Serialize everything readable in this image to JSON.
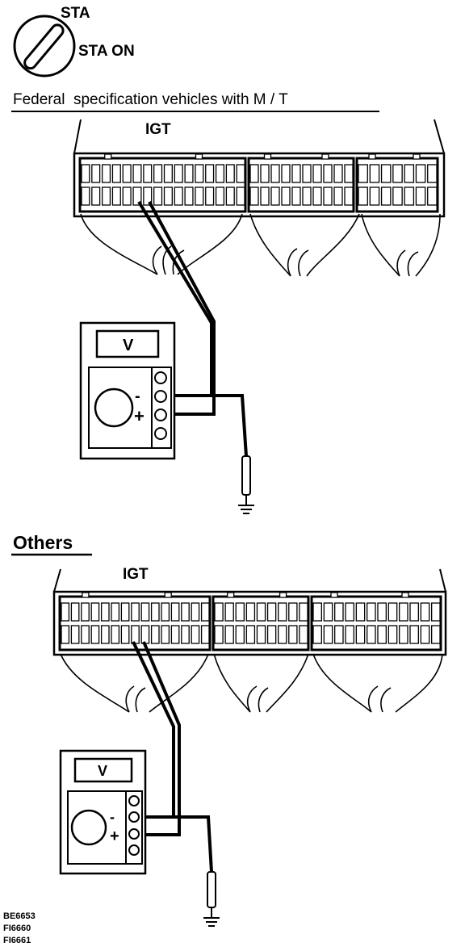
{
  "ignition": {
    "icon": "ignition-key-icon",
    "position_start": "STA",
    "position_on": "STA ON"
  },
  "federal_section": {
    "title": "Federal  specification vehicles with M / T",
    "terminal_label": "IGT",
    "meter_label": "V"
  },
  "others_section": {
    "title": "Others",
    "terminal_label": "IGT",
    "meter_label": "V"
  },
  "meter": {
    "minus_sign": "-",
    "plus_sign": "+"
  },
  "figure_codes": [
    "BE6653",
    "FI6660",
    "FI6661"
  ],
  "icons": [
    "voltmeter-icon",
    "ground-icon",
    "test-probe-icon",
    "ecu-connector-icon"
  ]
}
